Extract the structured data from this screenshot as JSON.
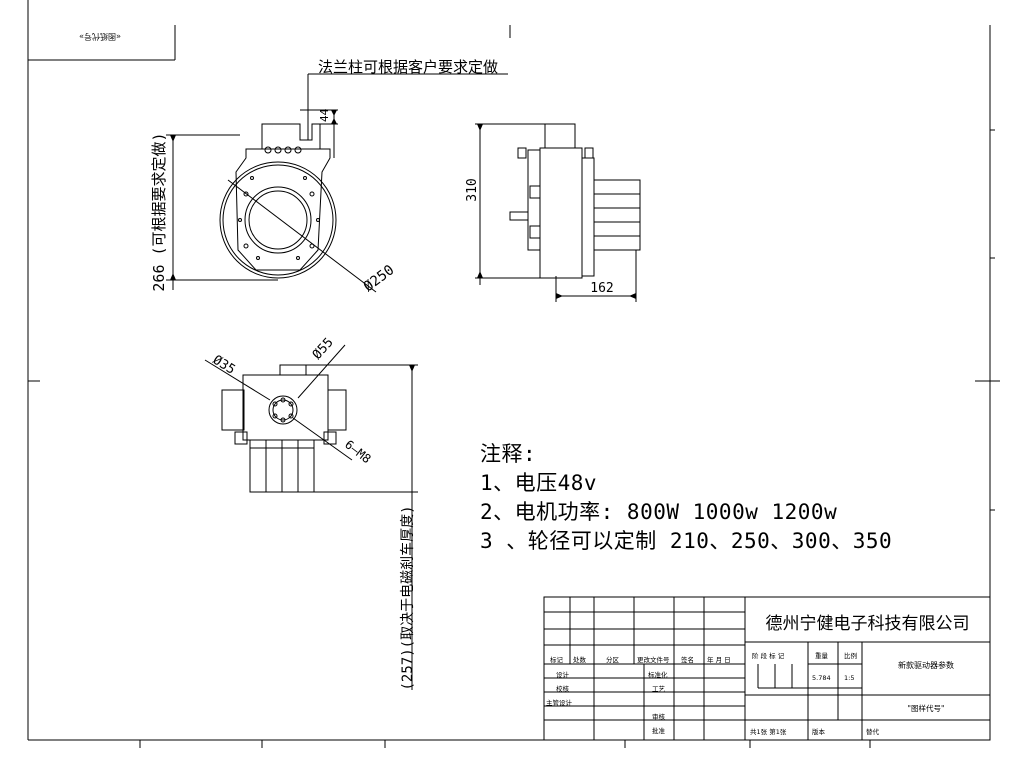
{
  "drawing": {
    "corner_label": "«图纸代号»",
    "flange_note": "法兰柱可根据客户要求定做",
    "dim_44": "44",
    "dim_266": "266 (可根据要求定做)",
    "dim_dia250": "Ø250",
    "dim_310": "310",
    "dim_162": "162",
    "dim_dia35": "Ø35",
    "dim_dia55": "Ø55",
    "dim_6m8": "6—M8",
    "dim_257": "(257)(取决于电磁刹车厚度)"
  },
  "notes": {
    "title": "注释:",
    "line1": "1、电压48v",
    "line2": "2、电机功率: 800W  1000w  1200w",
    "line3": "3 、轮径可以定制 210、250、300、350"
  },
  "title_block": {
    "company": "德州宁健电子科技有限公司",
    "part_name": "新款驱动器参数",
    "drawing_code": "\"图样代号\"",
    "weight": "5.784",
    "scale": "1:5",
    "headers": [
      "标记",
      "处数",
      "分区",
      "更改文件号",
      "签名",
      "年 月 日"
    ],
    "stage_header": "阶 段 标 记",
    "weight_header": "重量",
    "scale_header": "比例",
    "roles": [
      "设计",
      "校核",
      "主管设计"
    ],
    "roles2": [
      "标准化",
      "工艺",
      "审核",
      "批准"
    ],
    "sheets": "共1张  第1张",
    "version": "版本",
    "replace": "替代"
  }
}
